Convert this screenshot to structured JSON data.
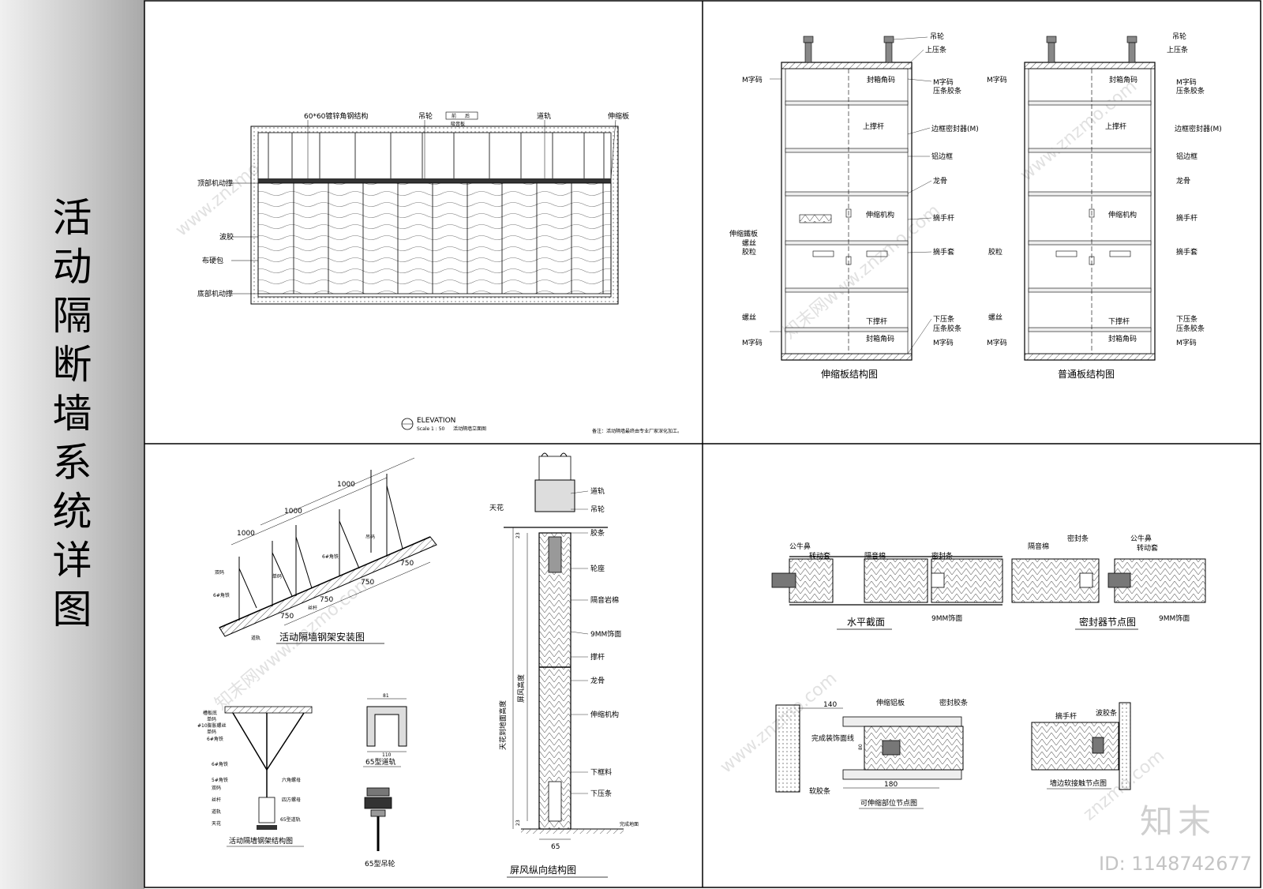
{
  "title_chars": [
    "活",
    "动",
    "隔",
    "断",
    "墙",
    "系",
    "统",
    "详",
    "图"
  ],
  "elevation": {
    "top_labels": [
      "60*60镀锌角钢结构",
      "吊轮",
      "道轨",
      "伸缩板"
    ],
    "left_labels": [
      "顶部机动撑",
      "波胶",
      "布硬包",
      "底部机动撑"
    ],
    "box_label": "吸音板",
    "box_cells": [
      "前",
      "后"
    ],
    "elev_title": "ELEVATION",
    "scale": "Scale 1 : 50",
    "subtitle": "活动隔墙立面图",
    "note": "备注：活动隔墙最终由专业厂家深化加工。"
  },
  "telescopic_panel": {
    "caption": "伸缩板结构图",
    "right_labels": [
      "吊轮",
      "上压条",
      "封箱角码",
      "M字码",
      "压条胶条",
      "边框密封器(M)",
      "上撑杆",
      "铝边框",
      "龙骨",
      "伸缩机构",
      "摘手杆",
      "摘手套",
      "下撑杆",
      "下压条",
      "压条胶条",
      "封箱角码",
      "M字码"
    ],
    "left_labels": [
      "M字码",
      "伸缩鐵板",
      "螺丝",
      "胶粒",
      "螺丝",
      "M字码"
    ]
  },
  "normal_panel": {
    "caption": "普通板结构图",
    "right_labels": [
      "吊轮",
      "上压条",
      "封箱角码",
      "M字码",
      "压条胶条",
      "边框密封器(M)",
      "上撑杆",
      "铝边框",
      "龙骨",
      "伸缩机构",
      "摘手杆",
      "摘手套",
      "下撑杆",
      "下压条",
      "压条胶条",
      "封箱角码",
      "M字码"
    ],
    "left_labels": [
      "M字码",
      "胶粒",
      "螺丝",
      "M字码"
    ]
  },
  "steel_install": {
    "caption": "活动隔墙钢架安装图",
    "dims": [
      "1000",
      "1000",
      "1000",
      "750",
      "750",
      "750",
      "750"
    ],
    "labels": [
      "吊码",
      "6#角铁",
      "双码",
      "单码",
      "6#角铁",
      "丝杆",
      "道轨"
    ]
  },
  "steel_structure": {
    "caption": "活动隔墙钢架结构图",
    "labels": [
      "槽板底",
      "单码",
      "#10膨胀螺丝",
      "单码",
      "6#角铁",
      "6#角铁",
      "5#角铁",
      "双码",
      "丝杆",
      "道轨",
      "天花",
      "六角螺母",
      "四方螺母",
      "65型道轨"
    ]
  },
  "track": {
    "caption": "65型道轨",
    "dims": [
      "81",
      "110"
    ]
  },
  "wheel": {
    "caption": "65型吊轮"
  },
  "screen_section": {
    "caption": "屏风纵向结构图",
    "labels": [
      "道轨",
      "吊轮",
      "胶条",
      "轮座",
      "隔音岩棉",
      "9MM饰面",
      "撑杆",
      "龙骨",
      "伸缩机构",
      "下框料",
      "下压条"
    ],
    "left_labels": [
      "天花"
    ],
    "vertical": [
      "天花到地面高度",
      "屏风高度"
    ],
    "dims": [
      "23",
      "23",
      "65"
    ],
    "floor": "完成地面"
  },
  "horizontal_section": {
    "caption": "水平截面",
    "labels": [
      "公牛鼻",
      "转动套",
      "隔音棉",
      "密封条",
      "9MM饰面"
    ]
  },
  "seal_node": {
    "caption": "密封器节点图",
    "labels": [
      "隔音棉",
      "密封条",
      "公牛鼻",
      "转动套",
      "9MM饰面"
    ]
  },
  "stretch_node": {
    "caption": "可伸缩部位节点图",
    "labels": [
      "伸缩铝板",
      "密封胶条",
      "完成装饰面线",
      "软胶条"
    ],
    "dims": [
      "140",
      "180",
      "80"
    ]
  },
  "wall_node": {
    "caption": "墙边软接触节点图",
    "labels": [
      "摘手杆",
      "波胶条"
    ]
  },
  "watermarks": [
    "知末网www.znzmo.com",
    "www.znzmo.com",
    "znzmo.com"
  ],
  "brand": "知末",
  "id_text": "ID: 1148742677"
}
